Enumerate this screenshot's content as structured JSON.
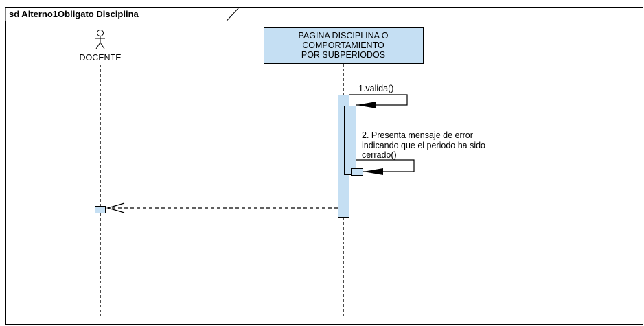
{
  "frame": {
    "title": "sd Alterno1Obligato Disciplina"
  },
  "actor": {
    "name": "DOCENTE"
  },
  "lifeline": {
    "title_lines": [
      "PAGINA DISCIPLINA O",
      "COMPORTAMIENTO",
      "POR SUBPERIODOS"
    ],
    "fill_color": "#c5dff3"
  },
  "messages": [
    {
      "label_lines": [
        "1.valida()"
      ],
      "kind": "self-call"
    },
    {
      "label_lines": [
        "2. Presenta mensaje de error",
        "indicando que el periodo ha sido",
        "cerrado()"
      ],
      "kind": "self-call"
    },
    {
      "label_lines": [],
      "kind": "return"
    }
  ]
}
